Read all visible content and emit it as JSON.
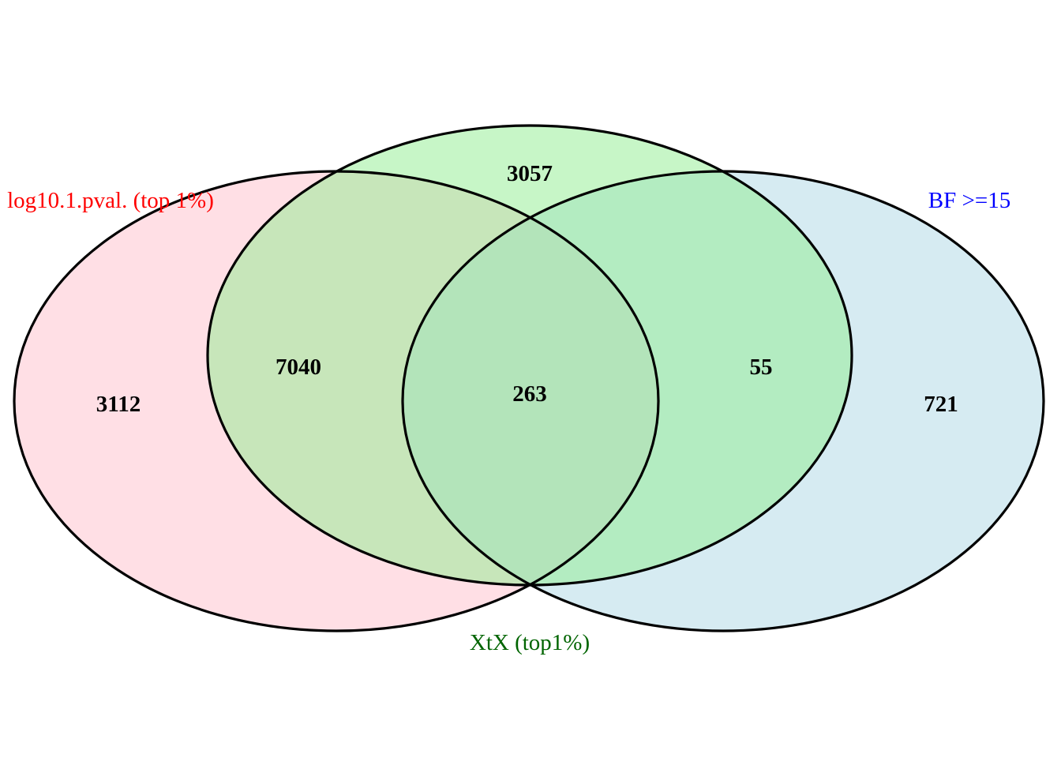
{
  "sets": [
    {
      "id": "a",
      "label": "log10.1.pval. (top 1%)",
      "fill": "#ffc0cb",
      "label_color": "#ff0000"
    },
    {
      "id": "b",
      "label": "XtX (top1%)",
      "fill": "#90ee90",
      "label_color": "#006400"
    },
    {
      "id": "c",
      "label": "BF >=15",
      "fill": "#add8e6",
      "label_color": "#0000ff"
    }
  ],
  "region_counts": {
    "a_only": "3112",
    "b_only": "3057",
    "c_only": "721",
    "a_b": "7040",
    "b_c": "55",
    "a_c": "",
    "a_b_c": "263"
  },
  "style": {
    "fill_opacity": 0.5,
    "outline_color": "#000000"
  }
}
